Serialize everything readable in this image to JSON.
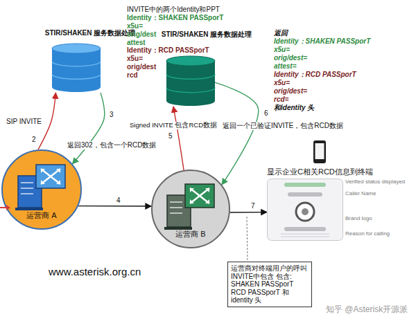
{
  "diagram": {
    "nodes": [
      {
        "text": [
          "STIR/SHAKEN 服务数据处理"
        ]
      },
      {
        "text": [
          "STIR/SHAKEN 服务数据处理"
        ]
      },
      {
        "text": [
          "运营商 A"
        ]
      },
      {
        "text": [
          "运营商 B"
        ]
      },
      {
        "text": [
          "显示企业C相关RCD信息到终端"
        ]
      },
      {
        "text": [
          "运营商对终端用户的呼叫INVITE中包含 包含: SHAKEN PASSporT RCD PASSporT 和identity 头"
        ]
      }
    ],
    "edges": [
      {
        "from": 2,
        "to": 0,
        "label": "SIP INVITE",
        "arrow": "to"
      },
      {
        "from": 0,
        "to": 2,
        "label": "返回302，包含一个RCD数据",
        "arrow": "to"
      },
      {
        "from": 2,
        "to": 3,
        "arrow": "to"
      },
      {
        "from": 3,
        "to": 1,
        "label": "Signed INVITE 包含RCD数据",
        "arrow": "to"
      },
      {
        "from": 1,
        "to": 3,
        "label": "返回一个已验证INVITE，包含RCD数据",
        "arrow": "to"
      },
      {
        "from": 3,
        "to": 4,
        "arrow": "to"
      }
    ],
    "labels": [
      "INVITE中的两个Identity和PPT",
      "Identity：SHAKEN PASSporT",
      "x5u=",
      "orig/dest",
      "attest",
      "Identity：RCD PASSporT",
      "x5u=",
      "orig/dest",
      "rcd",
      "返回",
      "Identity：SHAKEN PASSporT",
      "x5u=",
      "orig/dest=",
      "attest=",
      "Identity：RCD PASSporT",
      "x5u=",
      "orig/dest=",
      "rcd=",
      "和identity 头",
      "2",
      "3",
      "4",
      "5",
      "6",
      "7",
      "Verified status displayed",
      "Caller Name",
      "Brand logo",
      "Reason for calling",
      "www.asterisk.org.cn",
      "知乎 @Asterisk开源派"
    ]
  }
}
